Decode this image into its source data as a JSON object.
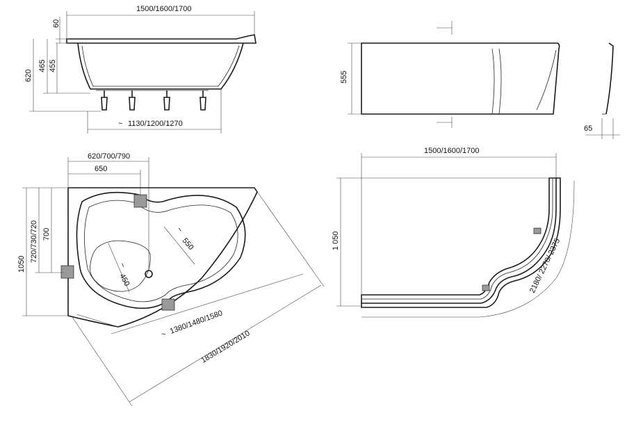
{
  "side_view": {
    "width_dim": "1500/1600/1700",
    "rim_height": "60",
    "total_height": "620",
    "height_465": "465",
    "height_455": "455",
    "leg_span": "1130/1200/1270",
    "approx_symbol": "~"
  },
  "panel_view": {
    "panel_height": "555",
    "panel_thickness": "65"
  },
  "top_view": {
    "outlet_offset_outer": "620/700/790",
    "outlet_offset_inner": "650",
    "total_depth": "1050",
    "depth_variants": "720/730/720",
    "depth_700": "700",
    "inner_length": "1380/1480/1580",
    "diagonal_length": "1830/1920/2010",
    "inner_width_450": "450",
    "inner_width_550": "550"
  },
  "panel_top_view": {
    "panel_width": "1500/1600/1700",
    "panel_depth": "1 050",
    "panel_length": "2180/ 2270/ 2375"
  }
}
